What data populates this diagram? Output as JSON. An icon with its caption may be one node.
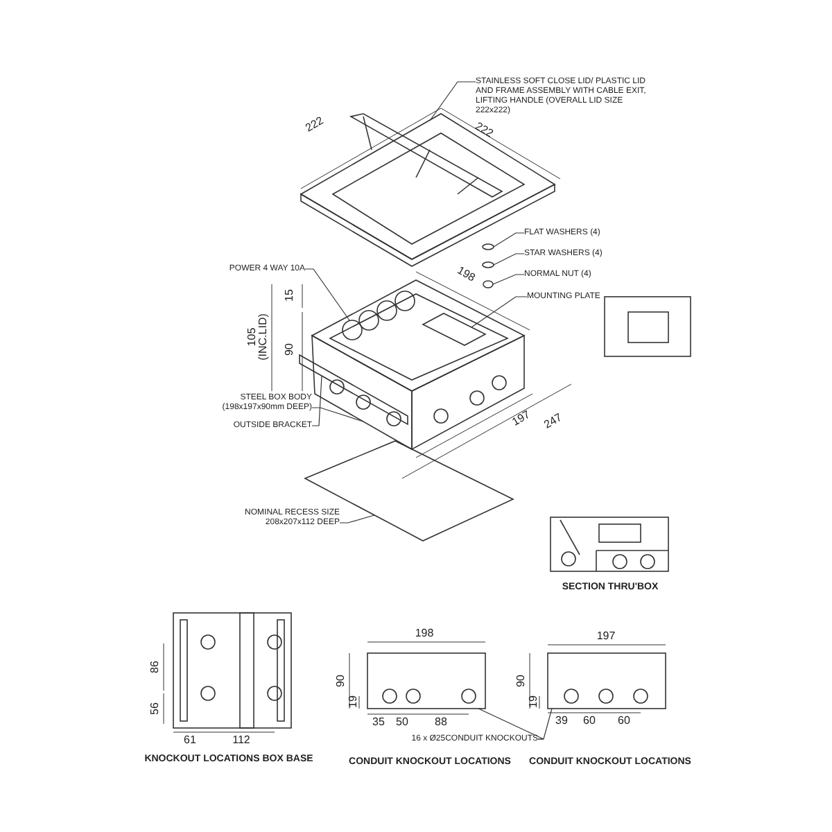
{
  "diagram": {
    "nodes": [
      {
        "text": [
          "STAINLESS SOFT CLOSE LID/ PLASTIC LID AND FRAME ASSEMBLY WITH CABLE EXIT, LIFTING HANDLE (OVERALL LID SIZE 222x222)"
        ]
      },
      {
        "text": [
          "FLAT WASHERS (4)"
        ]
      },
      {
        "text": [
          "STAR WASHERS (4)"
        ]
      },
      {
        "text": [
          "POWER 4 WAY 10A"
        ]
      },
      {
        "text": [
          "NORMAL NUT (4)"
        ]
      },
      {
        "text": [
          "MOUNTING PLATE"
        ]
      },
      {
        "text": [
          "STEEL BOX BODY (198x197x90mm DEEP)"
        ]
      },
      {
        "text": [
          "OUTSIDE BRACKET"
        ]
      },
      {
        "text": [
          "NOMINAL RECESS SIZE 208x207x112 DEEP"
        ]
      },
      {
        "text": [
          "16 x Ø25CONDUIT KNOCKOUTS"
        ]
      },
      {
        "text": [],
        "shape": "picture"
      },
      {
        "text": [],
        "shape": "picture"
      },
      {
        "text": [],
        "shape": "bar"
      },
      {
        "text": [],
        "shape": "box"
      },
      {
        "text": [],
        "shape": "picture"
      },
      {
        "text": [],
        "shape": "picture"
      },
      {
        "text": [],
        "shape": "circle"
      },
      {
        "text": [],
        "shape": "circle"
      },
      {
        "text": [],
        "shape": "circle"
      },
      {
        "text": [],
        "shape": "picture",
        "in": 11
      },
      {
        "text": [],
        "shape": "box",
        "in": 11
      }
    ],
    "edges": [
      {
        "from": 0,
        "to": 10,
        "arrow": "none"
      },
      {
        "from": 1,
        "to": 16,
        "arrow": "none"
      },
      {
        "from": 2,
        "to": 17,
        "arrow": "none"
      },
      {
        "from": 3,
        "to": 19,
        "arrow": "none"
      },
      {
        "from": 4,
        "to": 18,
        "arrow": "none"
      },
      {
        "from": 5,
        "to": 20,
        "arrow": "none"
      },
      {
        "from": 6,
        "to": 11,
        "arrow": "none"
      },
      {
        "from": 7,
        "to": 12,
        "arrow": "none"
      },
      {
        "from": 8,
        "to": 13,
        "arrow": "none"
      },
      {
        "from": 9,
        "to": 14,
        "arrow": "none"
      },
      {
        "from": 9,
        "to": 15,
        "arrow": "none"
      }
    ],
    "labels": [
      "222",
      "222",
      "198",
      "15",
      "105 (INC.LID)",
      "90",
      "197",
      "247",
      "SECTION THRU'BOX",
      "86",
      "56",
      "61",
      "112",
      "KNOCKOUT LOCATIONS BOX BASE",
      "198",
      "90",
      "19",
      "35",
      "50",
      "88",
      "CONDUIT KNOCKOUT LOCATIONS",
      "197",
      "90",
      "19",
      "39",
      "60",
      "60",
      "CONDUIT KNOCKOUT LOCATIONS"
    ]
  }
}
